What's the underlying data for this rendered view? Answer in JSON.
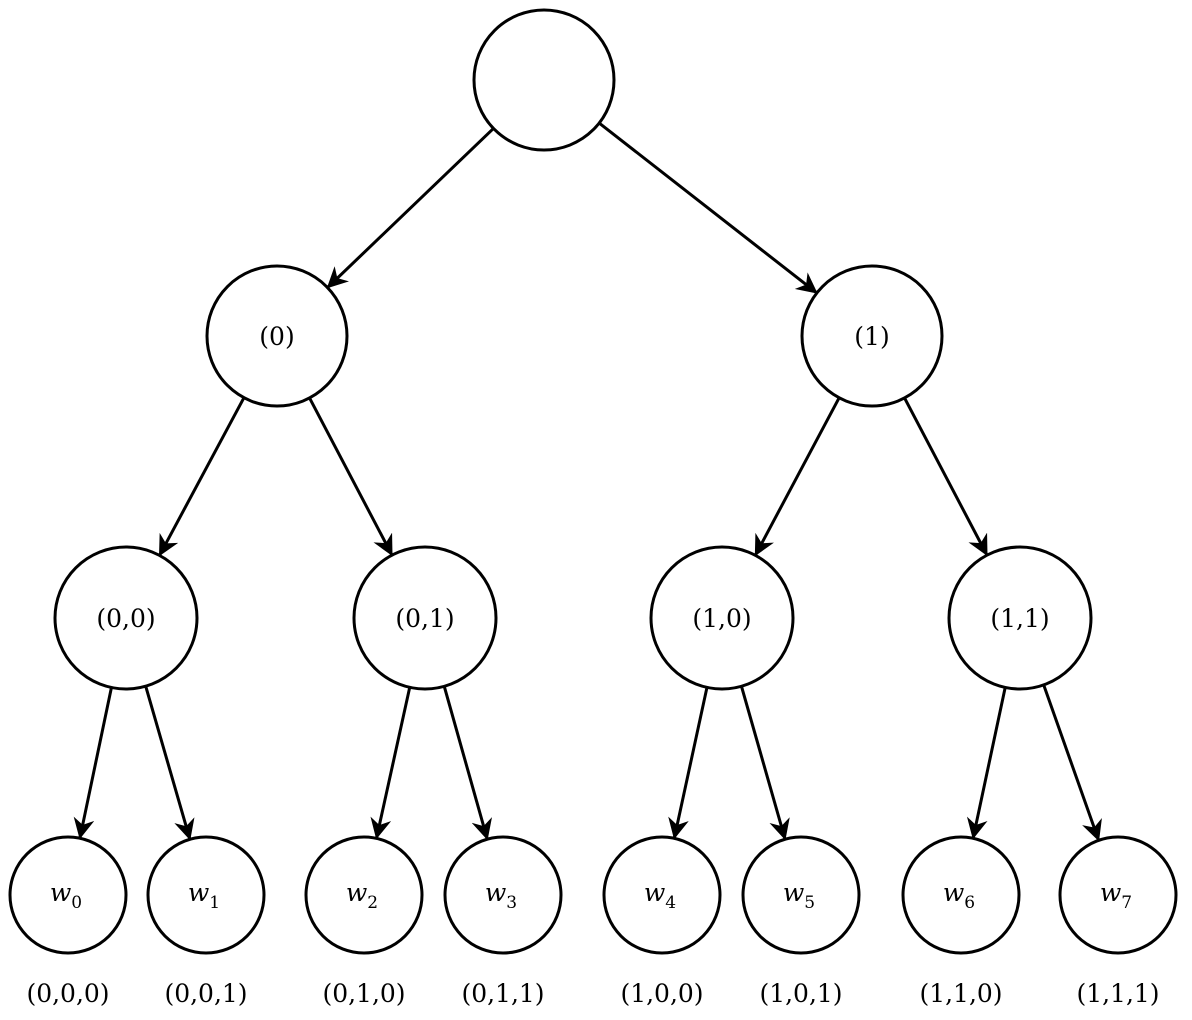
{
  "diagram": {
    "root": {
      "label": ""
    },
    "level1": [
      {
        "label": "(0)"
      },
      {
        "label": "(1)"
      }
    ],
    "level2": [
      {
        "label": "(0,0)"
      },
      {
        "label": "(0,1)"
      },
      {
        "label": "(1,0)"
      },
      {
        "label": "(1,1)"
      }
    ],
    "leaves": [
      {
        "symbol": "w",
        "index": "0",
        "code": "(0,0,0)"
      },
      {
        "symbol": "w",
        "index": "1",
        "code": "(0,0,1)"
      },
      {
        "symbol": "w",
        "index": "2",
        "code": "(0,1,0)"
      },
      {
        "symbol": "w",
        "index": "3",
        "code": "(0,1,1)"
      },
      {
        "symbol": "w",
        "index": "4",
        "code": "(1,0,0)"
      },
      {
        "symbol": "w",
        "index": "5",
        "code": "(1,0,1)"
      },
      {
        "symbol": "w",
        "index": "6",
        "code": "(1,1,0)"
      },
      {
        "symbol": "w",
        "index": "7",
        "code": "(1,1,1)"
      }
    ],
    "colors": {
      "stroke": "#000000",
      "fill": "#ffffff"
    }
  }
}
